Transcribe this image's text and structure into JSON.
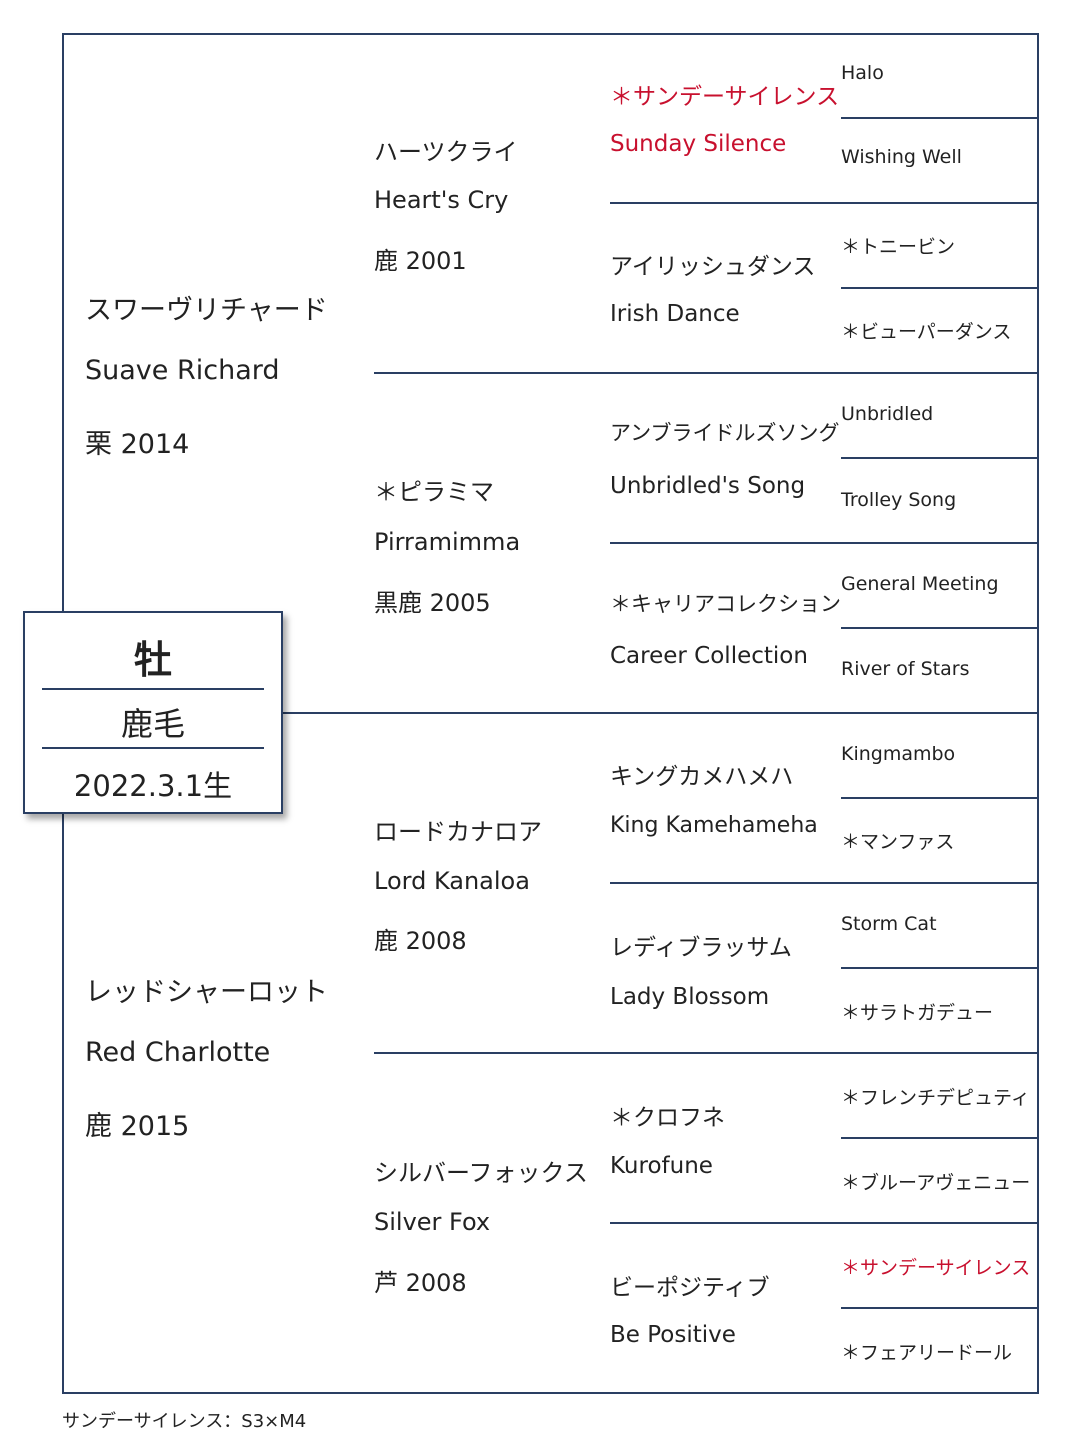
{
  "foal": {
    "sex": "牡",
    "color": "鹿毛",
    "birth": "2022.3.1生"
  },
  "sire": {
    "jp": "スワーヴリチャード",
    "en": "Suave Richard",
    "info": "栗 2014"
  },
  "dam": {
    "jp": "レッドシャーロット",
    "en": "Red Charlotte",
    "info": "鹿 2015"
  },
  "gen2": [
    {
      "jp": "ハーツクライ",
      "en": "Heart's Cry",
      "info": "鹿 2001"
    },
    {
      "jp": "＊ピラミマ",
      "en": "Pirramimma",
      "info": "黒鹿 2005"
    },
    {
      "jp": "ロードカナロア",
      "en": "Lord Kanaloa",
      "info": "鹿 2008"
    },
    {
      "jp": "シルバーフォックス",
      "en": "Silver Fox",
      "info": "芦 2008"
    }
  ],
  "gen3": [
    {
      "jp": "＊サンデーサイレンス",
      "en": "Sunday Silence",
      "highlight": true
    },
    {
      "jp": "アイリッシュダンス",
      "en": "Irish Dance",
      "highlight": false
    },
    {
      "jp": "アンブライドルズソング",
      "en": "Unbridled's Song",
      "highlight": false
    },
    {
      "jp": "＊キャリアコレクション",
      "en": "Career Collection",
      "highlight": false
    },
    {
      "jp": "キングカメハメハ",
      "en": "King Kamehameha",
      "highlight": false
    },
    {
      "jp": "レディブラッサム",
      "en": "Lady Blossom",
      "highlight": false
    },
    {
      "jp": "＊クロフネ",
      "en": "Kurofune",
      "highlight": false
    },
    {
      "jp": "ビーポジティブ",
      "en": "Be Positive",
      "highlight": false
    }
  ],
  "gen4": [
    {
      "name": "Halo",
      "highlight": false
    },
    {
      "name": "Wishing Well",
      "highlight": false
    },
    {
      "name": "＊トニービン",
      "highlight": false
    },
    {
      "name": "＊ビューパーダンス",
      "highlight": false
    },
    {
      "name": "Unbridled",
      "highlight": false
    },
    {
      "name": "Trolley Song",
      "highlight": false
    },
    {
      "name": "General Meeting",
      "highlight": false
    },
    {
      "name": "River of Stars",
      "highlight": false
    },
    {
      "name": "Kingmambo",
      "highlight": false
    },
    {
      "name": "＊マンファス",
      "highlight": false
    },
    {
      "name": "Storm Cat",
      "highlight": false
    },
    {
      "name": "＊サラトガデュー",
      "highlight": false
    },
    {
      "name": "＊フレンチデピュティ",
      "highlight": false
    },
    {
      "name": "＊ブルーアヴェニュー",
      "highlight": false
    },
    {
      "name": "＊サンデーサイレンス",
      "highlight": true
    },
    {
      "name": "＊フェアリードール",
      "highlight": false
    }
  ],
  "inbreeding": "サンデーサイレンス：S3×M4",
  "colors": {
    "line": "#2a3f63",
    "highlight": "#c8102e",
    "text": "#222222"
  }
}
